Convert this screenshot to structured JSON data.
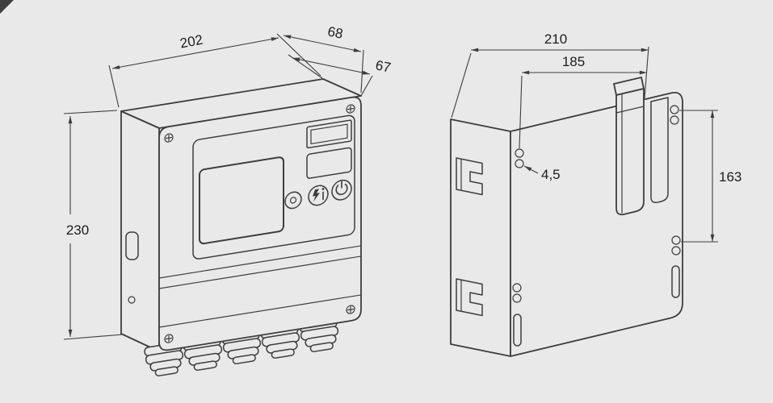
{
  "drawing": {
    "background_color": "#e9e9e9",
    "line_color": "#3d3d3d",
    "text_color": "#1c1c1c",
    "front_view": {
      "dim_width_mm": "202",
      "dim_depth_total_mm": "68",
      "dim_depth_housing_mm": "67",
      "dim_height_mm": "230",
      "panel_icons": [
        {
          "icon": "indicator-knob"
        },
        {
          "icon": "flash-info-icon"
        },
        {
          "icon": "power-icon"
        }
      ]
    },
    "rear_view": {
      "dim_overall_width_mm": "210",
      "dim_mounting_width_mm": "185",
      "dim_hole_diameter_mm": "4,5",
      "dim_mounting_height_mm": "163"
    }
  }
}
